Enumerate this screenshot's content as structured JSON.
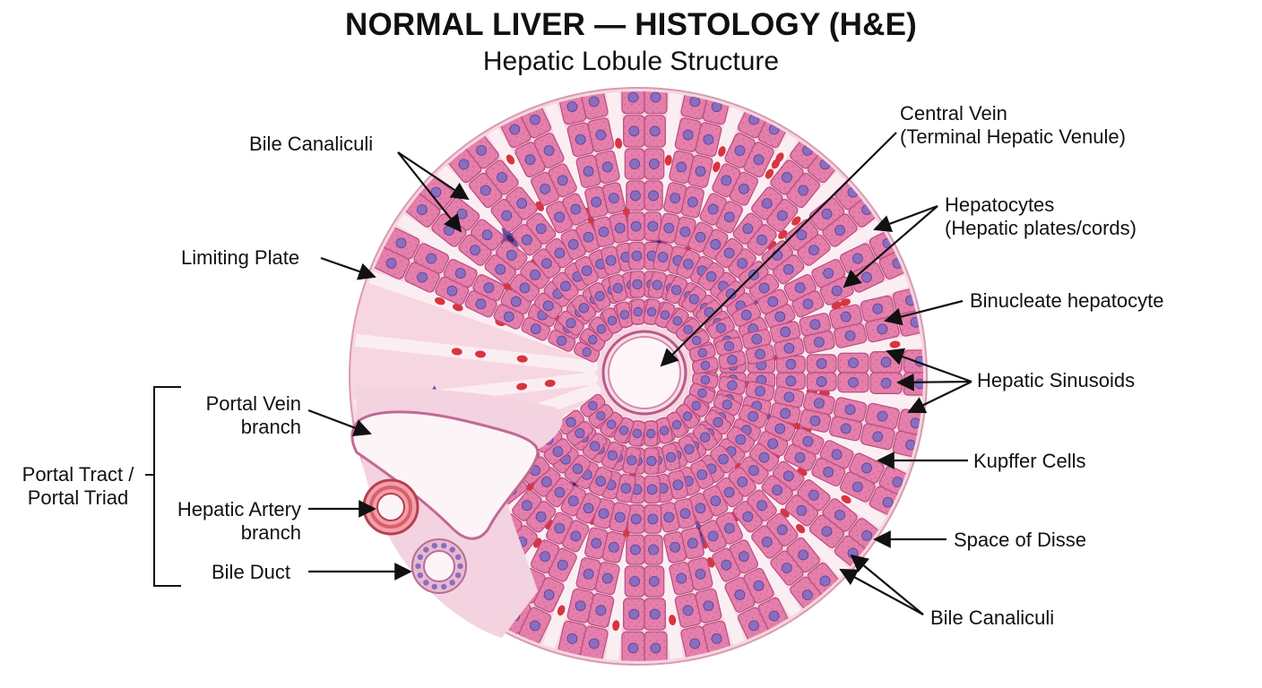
{
  "title": "NORMAL LIVER — HISTOLOGY (H&E)",
  "subtitle": "Hepatic Lobule Structure",
  "labels": {
    "bile_canaliculi_top": "Bile Canaliculi",
    "limiting_plate": "Limiting Plate",
    "portal_vein": [
      "Portal Vein",
      "branch"
    ],
    "portal_tract": [
      "Portal Tract /",
      "Portal Triad"
    ],
    "hepatic_artery": [
      "Hepatic Artery",
      "branch"
    ],
    "bile_duct": "Bile Duct",
    "central_vein": [
      "Central Vein",
      "(Terminal Hepatic Venule)"
    ],
    "hepatocytes": [
      "Hepatocytes",
      "(Hepatic plates/cords)"
    ],
    "binucleate": "Binucleate hepatocyte",
    "sinusoids": "Hepatic Sinusoids",
    "kupffer": "Kupffer Cells",
    "disse": "Space of Disse",
    "bile_canaliculi_bottom": "Bile Canaliculi"
  },
  "colors": {
    "background_tissue": "#f6d6e0",
    "hepatocyte": "#e57fab",
    "hepatocyte_edge": "#b84d80",
    "nucleus": "#8a6dc0",
    "rbc": "#d9343f",
    "kupffer": "#6d4da3",
    "sinusoid": "#fbeef3",
    "artery": "#d9606b"
  }
}
